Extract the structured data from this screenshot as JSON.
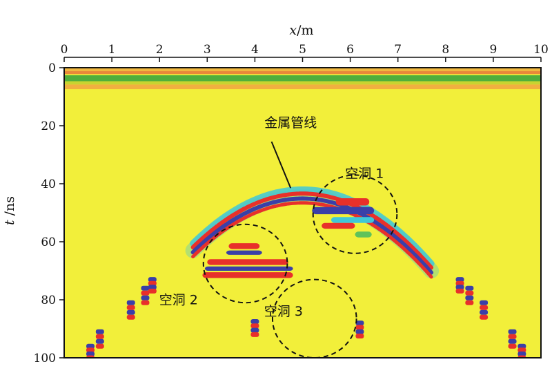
{
  "chart_data": {
    "type": "heatmap",
    "title": "",
    "xlabel": "x/m",
    "xlabel_var": "x",
    "xlabel_unit": "/m",
    "ylabel": "t /ns",
    "ylabel_var": "t",
    "ylabel_unit": " /ns",
    "xlim": [
      0,
      10
    ],
    "ylim": [
      0,
      100
    ],
    "x_axis_position": "top",
    "y_axis_inverted": true,
    "grid": false,
    "x_ticks": [
      "0",
      "1",
      "2",
      "3",
      "4",
      "5",
      "6",
      "7",
      "8",
      "9",
      "10"
    ],
    "y_ticks": [
      "0",
      "20",
      "40",
      "60",
      "80",
      "100"
    ],
    "x_tick_values": [
      0,
      1,
      2,
      3,
      4,
      5,
      6,
      7,
      8,
      9,
      10
    ],
    "y_tick_values": [
      0,
      20,
      40,
      60,
      80,
      100
    ],
    "background_color": "#f2ef3a",
    "surface_bands": [
      {
        "t_from": 0.2,
        "t_to": 1.2,
        "color": "#f0b840"
      },
      {
        "t_from": 1.2,
        "t_to": 2.2,
        "color": "#e8883a"
      },
      {
        "t_from": 2.6,
        "t_to": 4.7,
        "color": "#4fae3c"
      },
      {
        "t_from": 4.7,
        "t_to": 5.8,
        "color": "#c8d430"
      },
      {
        "t_from": 5.8,
        "t_to": 7.4,
        "color": "#f0b040"
      }
    ],
    "reflection_colors": {
      "red": "#e8302a",
      "blue": "#3a3fa8",
      "cyan": "#3fc7d8",
      "green": "#5fc25a"
    },
    "hyperbola": {
      "apex_x": 5.0,
      "apex_t": 44.5,
      "x_min": 2.7,
      "x_max": 7.7,
      "curvature": 3.5,
      "layers_t_offset": [
        -2.5,
        -1.1,
        0.6,
        2.1
      ]
    },
    "diffraction_pairs": [
      {
        "x": [
          0.55,
          0.75
        ],
        "t": [
          [
            96,
            100
          ],
          [
            91,
            96
          ]
        ]
      },
      {
        "x": [
          1.4
        ],
        "t": [
          [
            81,
            86
          ]
        ]
      },
      {
        "x": [
          1.7,
          1.85
        ],
        "t": [
          [
            76,
            81
          ],
          [
            73,
            77
          ]
        ]
      },
      {
        "x": [
          4.0
        ],
        "t": [
          [
            87.5,
            92
          ]
        ]
      },
      {
        "x": [
          6.2
        ],
        "t": [
          [
            88,
            92.5
          ]
        ]
      },
      {
        "x": [
          8.3,
          8.5
        ],
        "t": [
          [
            73,
            77
          ],
          [
            76,
            81
          ]
        ]
      },
      {
        "x": [
          8.8
        ],
        "t": [
          [
            81,
            86
          ]
        ]
      },
      {
        "x": [
          9.4,
          9.6
        ],
        "t": [
          [
            91,
            96
          ],
          [
            96,
            100
          ]
        ]
      }
    ],
    "void_reflections": [
      {
        "name": "空洞 2",
        "rects": [
          {
            "x0": 3.45,
            "x1": 4.1,
            "t0": 60.5,
            "t1": 62.5,
            "color": "red"
          },
          {
            "x0": 3.4,
            "x1": 4.15,
            "t0": 63.0,
            "t1": 64.5,
            "color": "blue"
          },
          {
            "x0": 3.0,
            "x1": 4.7,
            "t0": 66.0,
            "t1": 68.0,
            "color": "red"
          },
          {
            "x0": 2.95,
            "x1": 4.8,
            "t0": 68.5,
            "t1": 70.0,
            "color": "blue"
          },
          {
            "x0": 2.9,
            "x1": 4.8,
            "t0": 70.5,
            "t1": 72.5,
            "color": "red"
          }
        ]
      },
      {
        "name": "空洞 1",
        "rects": [
          {
            "x0": 5.7,
            "x1": 6.4,
            "t0": 45.0,
            "t1": 47.5,
            "color": "red"
          },
          {
            "x0": 5.2,
            "x1": 6.5,
            "t0": 48.0,
            "t1": 50.5,
            "color": "blue"
          },
          {
            "x0": 5.6,
            "x1": 6.5,
            "t0": 51.5,
            "t1": 53.5,
            "color": "cyan"
          },
          {
            "x0": 5.4,
            "x1": 6.1,
            "t0": 53.5,
            "t1": 55.5,
            "color": "red"
          },
          {
            "x0": 6.1,
            "x1": 6.45,
            "t0": 56.5,
            "t1": 58.5,
            "color": "green"
          }
        ]
      }
    ],
    "annotations": [
      {
        "text": "金属管线",
        "label_x": 4.75,
        "label_t": 20.5,
        "arrow_from": [
          4.35,
          25.5
        ],
        "arrow_to": [
          4.75,
          41.5
        ]
      },
      {
        "text": "空洞 1",
        "label_x": 6.3,
        "label_t": 38.0,
        "circle_x": 6.1,
        "circle_t": 50.5,
        "circle_rx": 0.88,
        "circle_rt": 13.5
      },
      {
        "text": "空洞 2",
        "label_x": 2.4,
        "label_t": 81.5,
        "circle_x": 3.8,
        "circle_t": 67.5,
        "circle_rx": 0.88,
        "circle_rt": 13.5
      },
      {
        "text": "空洞 3",
        "label_x": 4.6,
        "label_t": 85.5,
        "circle_x": 5.25,
        "circle_t": 86.5,
        "circle_rx": 0.88,
        "circle_rt": 13.5
      }
    ]
  }
}
